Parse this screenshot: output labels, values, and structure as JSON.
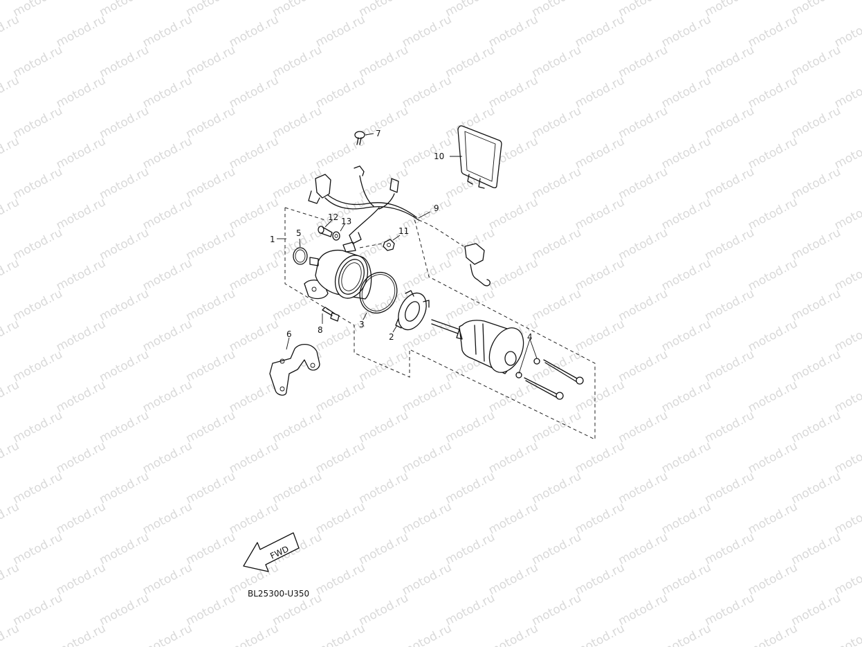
{
  "watermark_text": "motod.ru",
  "diagram_code": "BL25300-U350",
  "fwd_label": "FWD",
  "callouts": [
    {
      "id": "1",
      "label": "1"
    },
    {
      "id": "2",
      "label": "2"
    },
    {
      "id": "3",
      "label": "3"
    },
    {
      "id": "4",
      "label": "4"
    },
    {
      "id": "5",
      "label": "5"
    },
    {
      "id": "6",
      "label": "6"
    },
    {
      "id": "7",
      "label": "7"
    },
    {
      "id": "8",
      "label": "8"
    },
    {
      "id": "9",
      "label": "9"
    },
    {
      "id": "10",
      "label": "10"
    },
    {
      "id": "11",
      "label": "11"
    },
    {
      "id": "12",
      "label": "12"
    },
    {
      "id": "13",
      "label": "13"
    }
  ]
}
